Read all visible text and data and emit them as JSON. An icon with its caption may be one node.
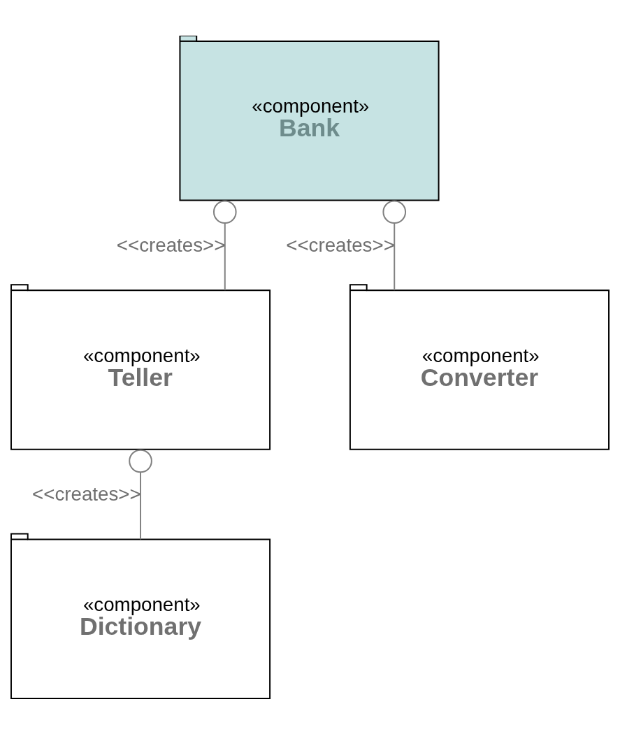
{
  "diagram": {
    "nodes": [
      {
        "text": [
          "«component»",
          "Bank"
        ]
      },
      {
        "text": [
          "«component»",
          "Teller"
        ]
      },
      {
        "text": [
          "«component»",
          "Converter"
        ]
      },
      {
        "text": [
          "«component»",
          "Dictionary"
        ]
      }
    ],
    "edges": [
      {
        "from": 0,
        "to": 1,
        "arrow": "other",
        "label": "<<creates>>"
      },
      {
        "from": 0,
        "to": 2,
        "arrow": "other",
        "label": "<<creates>>"
      },
      {
        "from": 1,
        "to": 3,
        "arrow": "other",
        "label": "<<creates>>"
      }
    ]
  }
}
